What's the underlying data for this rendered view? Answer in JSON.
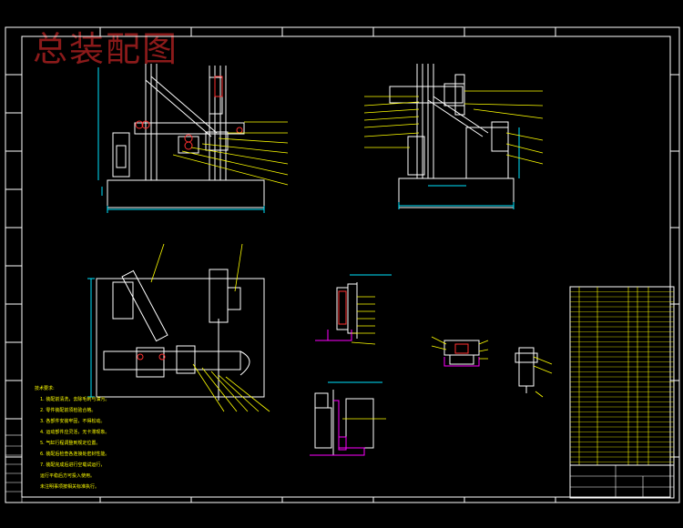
{
  "drawing": {
    "title": "总装配图",
    "note_heading": "技术要求:",
    "notes": [
      "1. 装配前清洗，去除毛刺与油污。",
      "2. 零件装配前须检验合格。",
      "3. 各部件安装牢固，不得松动。",
      "4. 运动部件应灵活，无卡滞现象。",
      "5. 气缸行程调整到规定位置。",
      "6. 装配后检查各连接处密封性能。",
      "7. 装配完成后进行空载试运行，",
      "   运行平稳后方可投入使用。",
      "   未注明事项按相关标准执行。"
    ],
    "colors": {
      "background": "#000000",
      "frame": "#ffffff",
      "parts": "#ffffff",
      "dimension": "#00e5ff",
      "leader": "#ffff00",
      "component": "#ff00ff",
      "accent": "#ff3030",
      "title": "#8b1a1a"
    }
  }
}
